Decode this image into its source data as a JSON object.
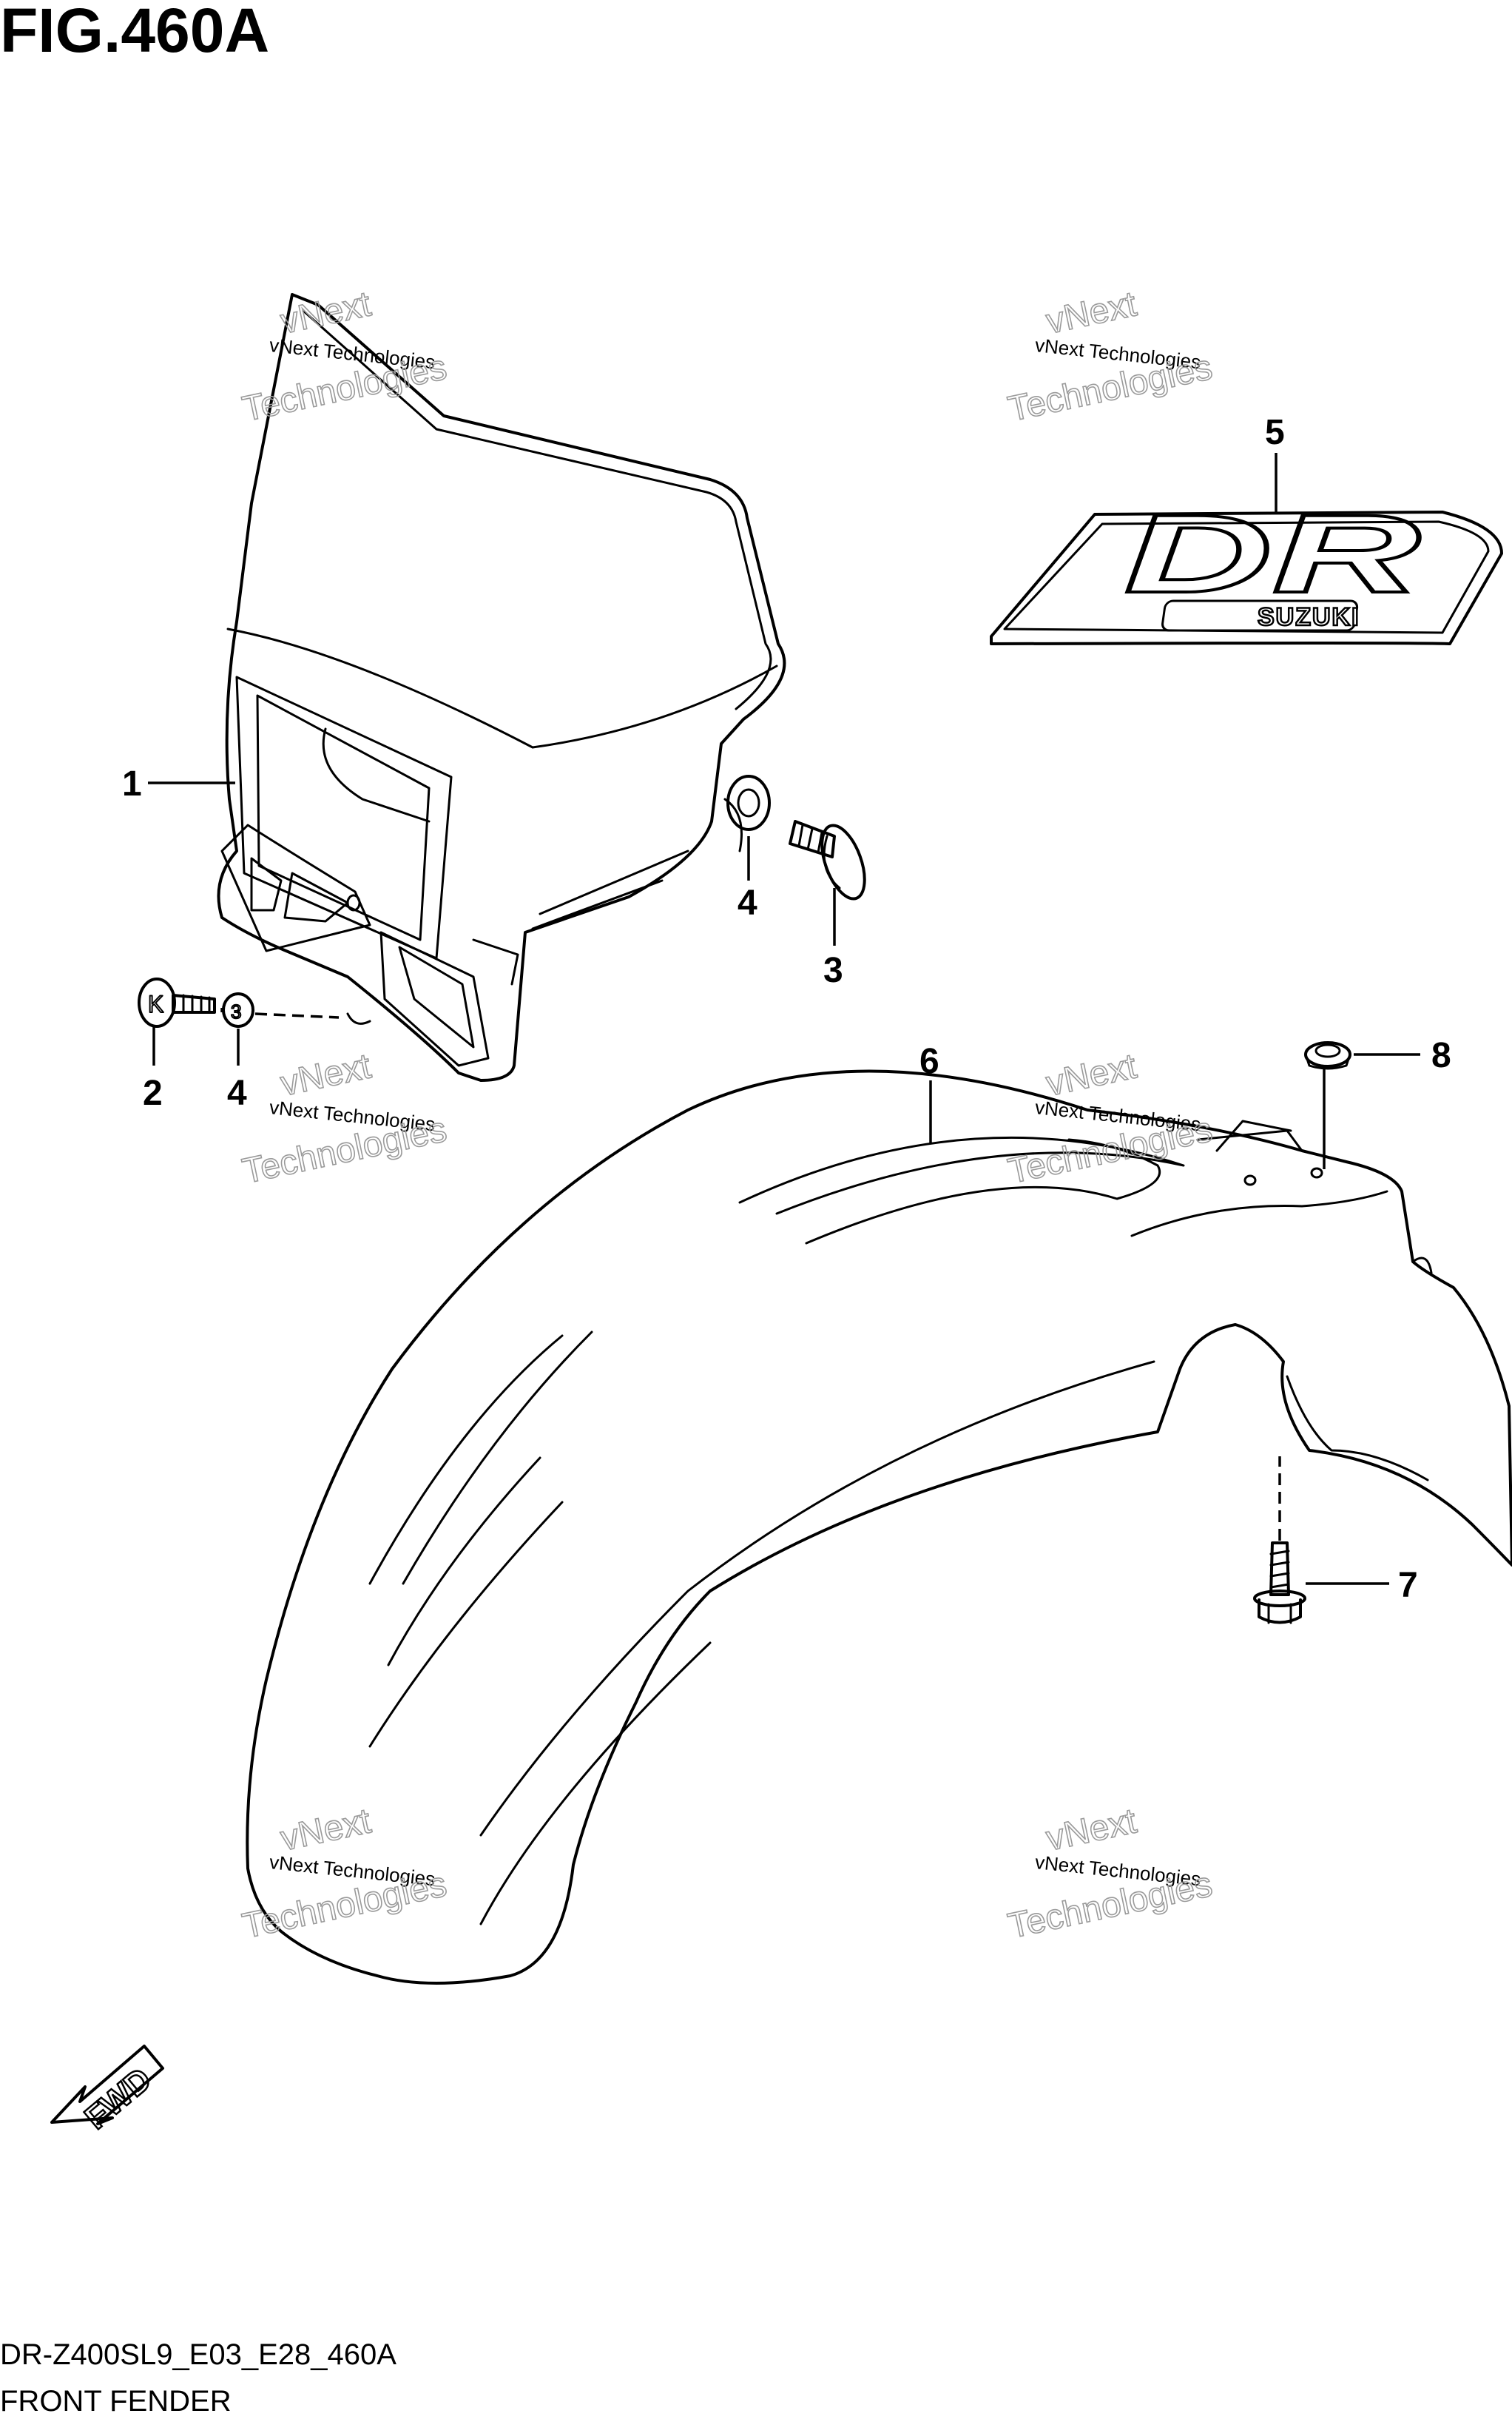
{
  "figure": {
    "title": "FIG.460A",
    "model_code": "DR-Z400SL9_E03_E28_460A",
    "section_name": "FRONT FENDER"
  },
  "callouts": [
    {
      "id": "1",
      "label": "1"
    },
    {
      "id": "2",
      "label": "2"
    },
    {
      "id": "3",
      "label": "3"
    },
    {
      "id": "4a",
      "label": "4"
    },
    {
      "id": "4b",
      "label": "4"
    },
    {
      "id": "5",
      "label": "5"
    },
    {
      "id": "6",
      "label": "6"
    },
    {
      "id": "7",
      "label": "7"
    },
    {
      "id": "8",
      "label": "8"
    }
  ],
  "decal": {
    "emblem_letters": "DR",
    "brand_text": "SUZUKI"
  },
  "direction_arrow": {
    "label": "FWD"
  },
  "watermark": {
    "line1": "vNext Technologies",
    "line2": "vNext",
    "line3": "Technologies"
  },
  "bolt_markings": {
    "bolt_2": "K",
    "washer_4": "3"
  }
}
